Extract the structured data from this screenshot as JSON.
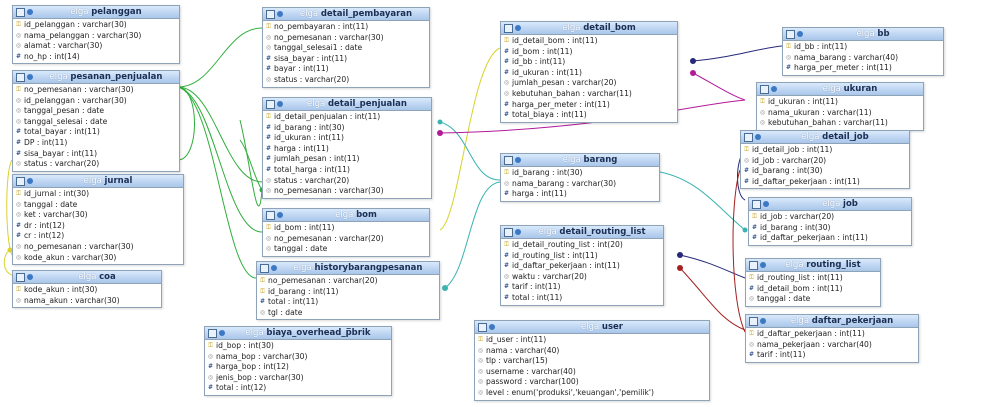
{
  "colors": {
    "header_top": "#d9e9fb",
    "header_bottom": "#a9c6ea",
    "border": "#8fa3b8",
    "link_green": "#2fae3c",
    "link_yellow": "#d8d22a",
    "link_teal": "#3bb3b1",
    "link_magenta": "#b21a9a",
    "link_navy": "#27287a",
    "link_red": "#a32020"
  },
  "icons": {
    "table_icon": "table-icon",
    "key_icon": "key-icon",
    "field_icon": "field-icon",
    "numeric_icon": "numeric-field-icon"
  },
  "tables": [
    {
      "id": "pelanggan",
      "db": "elga",
      "name": "pelanggan",
      "fields": [
        {
          "text": "id_pelanggan : varchar(30)",
          "type": "key"
        },
        {
          "text": "nama_pelanggan : varchar(30)",
          "type": "field"
        },
        {
          "text": "alamat : varchar(30)",
          "type": "field"
        },
        {
          "text": "no_hp : int(14)",
          "type": "num"
        }
      ]
    },
    {
      "id": "pesanan_penjualan",
      "db": "elga",
      "name": "pesanan_penjualan",
      "fields": [
        {
          "text": "no_pemesanan : varchar(30)",
          "type": "key"
        },
        {
          "text": "id_pelanggan : varchar(30)",
          "type": "field"
        },
        {
          "text": "tanggal_pesan : date",
          "type": "field"
        },
        {
          "text": "tanggal_selesai : date",
          "type": "field"
        },
        {
          "text": "total_bayar : int(11)",
          "type": "num"
        },
        {
          "text": "DP : int(11)",
          "type": "num"
        },
        {
          "text": "sisa_bayar : int(11)",
          "type": "num"
        },
        {
          "text": "status : varchar(20)",
          "type": "field"
        }
      ]
    },
    {
      "id": "jurnal",
      "db": "elga",
      "name": "jurnal",
      "fields": [
        {
          "text": "id_jurnal : int(30)",
          "type": "key"
        },
        {
          "text": "tanggal : date",
          "type": "field"
        },
        {
          "text": "ket : varchar(30)",
          "type": "field"
        },
        {
          "text": "dr : int(12)",
          "type": "num"
        },
        {
          "text": "cr : int(12)",
          "type": "num"
        },
        {
          "text": "no_pemesanan : varchar(30)",
          "type": "field"
        },
        {
          "text": "kode_akun : varchar(30)",
          "type": "field"
        }
      ]
    },
    {
      "id": "coa",
      "db": "elga",
      "name": "coa",
      "fields": [
        {
          "text": "kode_akun : int(30)",
          "type": "key"
        },
        {
          "text": "nama_akun : varchar(30)",
          "type": "field"
        }
      ]
    },
    {
      "id": "detail_pembayaran",
      "db": "elga",
      "name": "detail_pembayaran",
      "fields": [
        {
          "text": "no_pembayaran : int(11)",
          "type": "key"
        },
        {
          "text": "no_pemesanan : varchar(30)",
          "type": "field"
        },
        {
          "text": "tanggal_selesai1 : date",
          "type": "field"
        },
        {
          "text": "sisa_bayar : int(11)",
          "type": "num"
        },
        {
          "text": "bayar : int(11)",
          "type": "num"
        },
        {
          "text": "status : varchar(20)",
          "type": "field"
        }
      ]
    },
    {
      "id": "detail_penjualan",
      "db": "elga",
      "name": "detail_penjualan",
      "fields": [
        {
          "text": "id_detail_penjualan : int(11)",
          "type": "key"
        },
        {
          "text": "id_barang : int(30)",
          "type": "num"
        },
        {
          "text": "id_ukuran : int(11)",
          "type": "num"
        },
        {
          "text": "harga : int(11)",
          "type": "num"
        },
        {
          "text": "jumlah_pesan : int(11)",
          "type": "num"
        },
        {
          "text": "total_harga : int(11)",
          "type": "num"
        },
        {
          "text": "status : varchar(20)",
          "type": "field"
        },
        {
          "text": "no_pemesanan : varchar(30)",
          "type": "field"
        }
      ]
    },
    {
      "id": "bom",
      "db": "elga",
      "name": "bom",
      "fields": [
        {
          "text": "id_bom : int(11)",
          "type": "key"
        },
        {
          "text": "no_pemesanan : varchar(20)",
          "type": "field"
        },
        {
          "text": "tanggal : date",
          "type": "field"
        }
      ]
    },
    {
      "id": "historybarangpesanan",
      "db": "elga",
      "name": "historybarangpesanan",
      "fields": [
        {
          "text": "no_pemesanan : varchar(20)",
          "type": "key"
        },
        {
          "text": "id_barang : int(11)",
          "type": "key"
        },
        {
          "text": "total : int(11)",
          "type": "num"
        },
        {
          "text": "tgl : date",
          "type": "field"
        }
      ]
    },
    {
      "id": "biaya_overhead",
      "db": "elga",
      "name": "biaya_overhead_p̅brik",
      "fields": [
        {
          "text": "id_bop : int(30)",
          "type": "key"
        },
        {
          "text": "nama_bop : varchar(30)",
          "type": "field"
        },
        {
          "text": "harga_bop : int(12)",
          "type": "num"
        },
        {
          "text": "jenis_bop : varchar(30)",
          "type": "field"
        },
        {
          "text": "total : int(12)",
          "type": "num"
        }
      ]
    },
    {
      "id": "detail_bom",
      "db": "elga",
      "name": "detail_bom",
      "fields": [
        {
          "text": "id_detail_bom : int(11)",
          "type": "key"
        },
        {
          "text": "id_bom : int(11)",
          "type": "num"
        },
        {
          "text": "id_bb : int(11)",
          "type": "num"
        },
        {
          "text": "id_ukuran : int(11)",
          "type": "num"
        },
        {
          "text": "jumlah_pesan : varchar(20)",
          "type": "field"
        },
        {
          "text": "kebutuhan_bahan : varchar(11)",
          "type": "field"
        },
        {
          "text": "harga_per_meter : int(11)",
          "type": "num"
        },
        {
          "text": "total_biaya : int(11)",
          "type": "num"
        }
      ]
    },
    {
      "id": "barang",
      "db": "elga",
      "name": "barang",
      "fields": [
        {
          "text": "id_barang : int(30)",
          "type": "key"
        },
        {
          "text": "nama_barang : varchar(30)",
          "type": "field"
        },
        {
          "text": "harga : int(11)",
          "type": "num"
        }
      ]
    },
    {
      "id": "detail_routing_list",
      "db": "elga",
      "name": "detail_routing_list",
      "fields": [
        {
          "text": "id_detail_routing_list : int(20)",
          "type": "key"
        },
        {
          "text": "id_routing_list : int(11)",
          "type": "num"
        },
        {
          "text": "id_daftar_pekerjaan : int(11)",
          "type": "num"
        },
        {
          "text": "waktu : varchar(20)",
          "type": "field"
        },
        {
          "text": "tarif : int(11)",
          "type": "num"
        },
        {
          "text": "total : int(11)",
          "type": "num"
        }
      ]
    },
    {
      "id": "user",
      "db": "elga",
      "name": "user",
      "fields": [
        {
          "text": "id_user : int(11)",
          "type": "key"
        },
        {
          "text": "nama : varchar(40)",
          "type": "field"
        },
        {
          "text": "tlp : varchar(15)",
          "type": "field"
        },
        {
          "text": "username : varchar(40)",
          "type": "field"
        },
        {
          "text": "password : varchar(100)",
          "type": "field"
        },
        {
          "text": "level : enum('produksi','keuangan','pemilik')",
          "type": "field"
        }
      ]
    },
    {
      "id": "bb",
      "db": "elga",
      "name": "bb",
      "fields": [
        {
          "text": "id_bb : int(11)",
          "type": "key"
        },
        {
          "text": "nama_barang : varchar(40)",
          "type": "field"
        },
        {
          "text": "harga_per_meter : int(11)",
          "type": "num"
        }
      ]
    },
    {
      "id": "ukuran",
      "db": "elga",
      "name": "ukuran",
      "fields": [
        {
          "text": "id_ukuran : int(11)",
          "type": "key"
        },
        {
          "text": "nama_ukuran : varchar(11)",
          "type": "field"
        },
        {
          "text": "kebutuhan_bahan : varchar(11)",
          "type": "field"
        }
      ]
    },
    {
      "id": "detail_job",
      "db": "elga",
      "name": "detail_job",
      "fields": [
        {
          "text": "id_detail_job : int(11)",
          "type": "key"
        },
        {
          "text": "id_job : varchar(20)",
          "type": "field"
        },
        {
          "text": "id_barang : int(30)",
          "type": "num"
        },
        {
          "text": "id_daftar_pekerjaan : int(11)",
          "type": "num"
        }
      ]
    },
    {
      "id": "job",
      "db": "elga",
      "name": "job",
      "fields": [
        {
          "text": "id_job : varchar(20)",
          "type": "key"
        },
        {
          "text": "id_barang : int(30)",
          "type": "num"
        },
        {
          "text": "id_daftar_pekerjaan : int(11)",
          "type": "num"
        }
      ]
    },
    {
      "id": "routing_list",
      "db": "elga",
      "name": "routing_list",
      "fields": [
        {
          "text": "id_routing_list : int(11)",
          "type": "key"
        },
        {
          "text": "id_detail_bom : int(11)",
          "type": "num"
        },
        {
          "text": "tanggal : date",
          "type": "field"
        }
      ]
    },
    {
      "id": "daftar_pekerjaan",
      "db": "elga",
      "name": "daftar_pekerjaan",
      "fields": [
        {
          "text": "id_daftar_pekerjaan : int(11)",
          "type": "key"
        },
        {
          "text": "nama_pekerjaan : varchar(40)",
          "type": "field"
        },
        {
          "text": "tarif : int(11)",
          "type": "num"
        }
      ]
    }
  ]
}
